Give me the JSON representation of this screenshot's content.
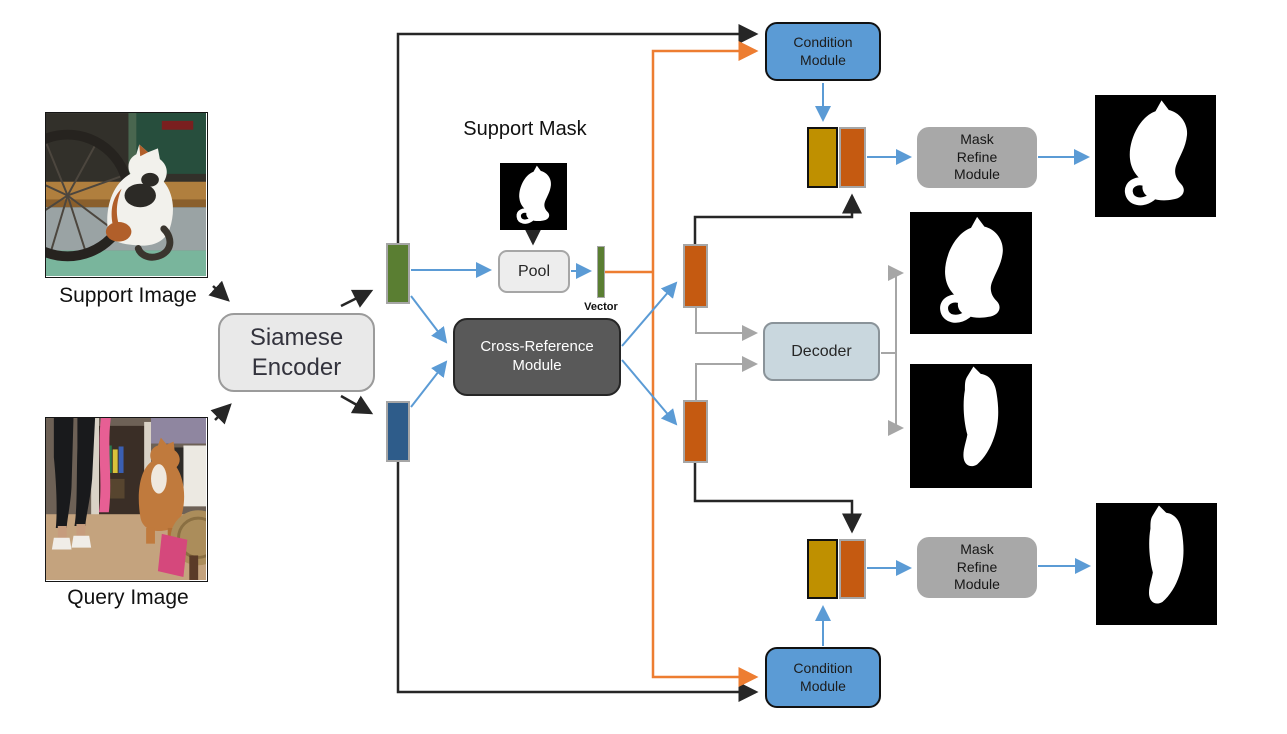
{
  "labels": {
    "support_image": "Support Image",
    "query_image": "Query Image",
    "support_mask": "Support Mask",
    "vector": "Vector"
  },
  "modules": {
    "siamese_encoder": {
      "label": "Siamese Encoder"
    },
    "pool": {
      "label": "Pool"
    },
    "cross_reference": {
      "label": "Cross-Reference Module"
    },
    "decoder": {
      "label": "Decoder"
    },
    "condition_module_top": {
      "label": "Condition Module"
    },
    "condition_module_bottom": {
      "label": "Condition Module"
    },
    "mask_refine_module_top": {
      "label": "Mask Refine Module"
    },
    "mask_refine_module_bottom": {
      "label": "Mask Refine Module"
    }
  },
  "colors": {
    "support_feature_green": "#5a7e32",
    "query_feature_blue": "#2e5c8a",
    "reinforced_feature_orange": "#c55a11",
    "condition_feature_yellow": "#bf9000",
    "condition_module_blue": "#5b9bd5",
    "cross_reference_gray": "#595959",
    "mask_refine_gray": "#a8a8a8",
    "decoder_blue_gray": "#c9d7de",
    "arrow_orange": "#ed7d31",
    "arrow_blue": "#5b9bd5",
    "arrow_gray": "#a6a6a6",
    "arrow_black": "#262626"
  }
}
